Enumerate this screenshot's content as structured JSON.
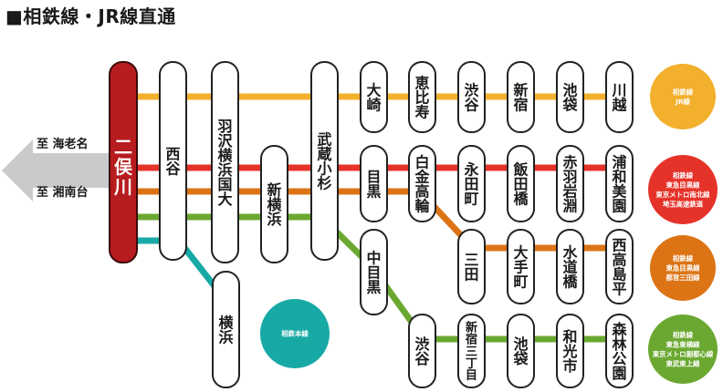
{
  "title": "■相鉄線・JR線直通",
  "colors": {
    "jr": "#F2B02D",
    "toyoko": "#E6332A",
    "mita": "#DC7416",
    "fukutoshin": "#6BA831",
    "main": "#17A9A6",
    "hub_fill": "#B71C1F"
  },
  "hub": {
    "id": "futamatagawa",
    "name": "二俣川"
  },
  "destinations": [
    {
      "id": "ebina",
      "label": "至 海老名"
    },
    {
      "id": "shonandai",
      "label": "至 湘南台"
    }
  ],
  "stations": [
    {
      "id": "nishiya",
      "name": "西谷"
    },
    {
      "id": "hazawa",
      "name": "羽沢横浜国大"
    },
    {
      "id": "shinyokohama",
      "name": "新横浜"
    },
    {
      "id": "yokohama",
      "name": "横浜"
    },
    {
      "id": "musashikosugi",
      "name": "武蔵小杉"
    },
    {
      "id": "osaki",
      "name": "大崎"
    },
    {
      "id": "ebisu",
      "name": "恵比寿"
    },
    {
      "id": "shibuya_jr",
      "name": "渋谷"
    },
    {
      "id": "shinjuku",
      "name": "新宿"
    },
    {
      "id": "ikebukuro_jr",
      "name": "池袋"
    },
    {
      "id": "kawagoe",
      "name": "川越"
    },
    {
      "id": "meguro",
      "name": "目黒"
    },
    {
      "id": "shirokanetakanawa",
      "name": "白金高輪"
    },
    {
      "id": "nagatacho",
      "name": "永田町"
    },
    {
      "id": "iidabashi",
      "name": "飯田橋"
    },
    {
      "id": "akabaneiwabuchi",
      "name": "赤羽岩淵"
    },
    {
      "id": "urawamisono",
      "name": "浦和美園"
    },
    {
      "id": "mita",
      "name": "三田"
    },
    {
      "id": "otemachi",
      "name": "大手町"
    },
    {
      "id": "suidobashi",
      "name": "水道橋"
    },
    {
      "id": "nishitakashimadaira",
      "name": "西高島平"
    },
    {
      "id": "nakameguro",
      "name": "中目黒"
    },
    {
      "id": "shibuya_f",
      "name": "渋谷"
    },
    {
      "id": "shinjukusanchome",
      "name": "新宿三丁目"
    },
    {
      "id": "ikebukuro_f",
      "name": "池袋"
    },
    {
      "id": "wakoshi",
      "name": "和光市"
    },
    {
      "id": "shinrinkoen",
      "name": "森林公園"
    }
  ],
  "line_labels": [
    {
      "id": "jr",
      "lines": [
        "相鉄線",
        "JR線"
      ]
    },
    {
      "id": "toyoko",
      "lines": [
        "相鉄線",
        "東急目黒線",
        "東京メトロ南北線",
        "埼玉高速鉄道"
      ]
    },
    {
      "id": "mita",
      "lines": [
        "相鉄線",
        "東急目黒線",
        "都営三田線"
      ]
    },
    {
      "id": "fukutoshin",
      "lines": [
        "相鉄線",
        "東急東横線",
        "東京メトロ副都心線",
        "東武東上線"
      ]
    },
    {
      "id": "main",
      "lines": [
        "相鉄本線"
      ]
    }
  ]
}
